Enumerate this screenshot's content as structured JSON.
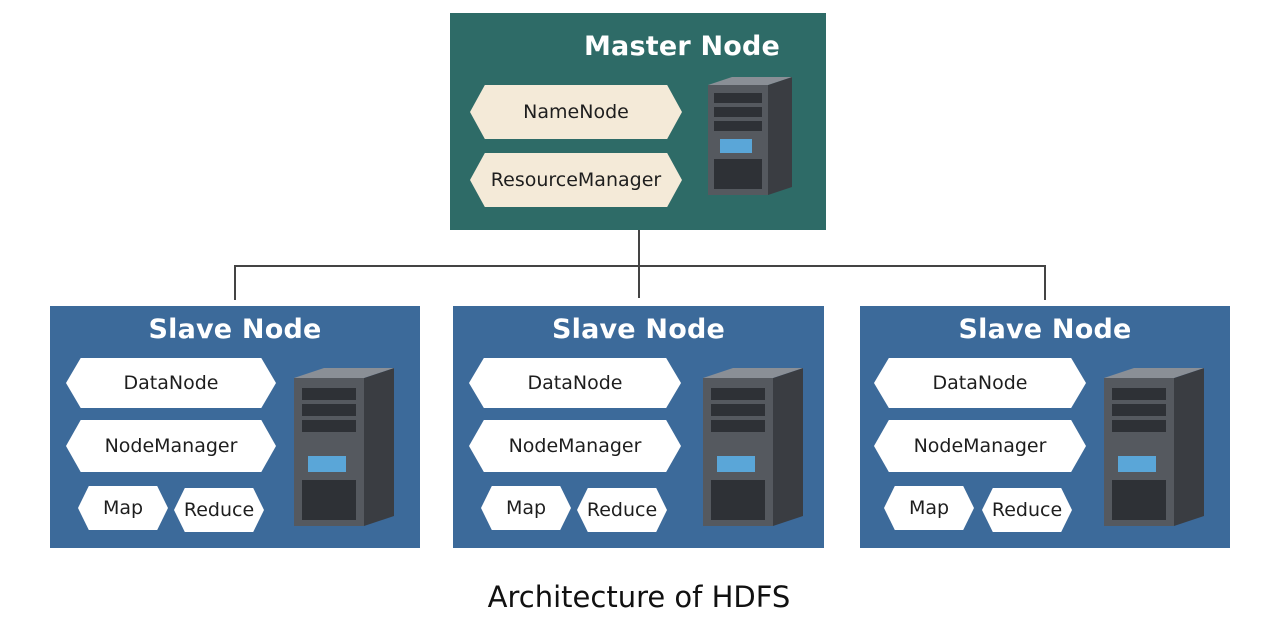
{
  "master": {
    "title": "Master Node",
    "services": [
      "NameNode",
      "ResourceManager"
    ]
  },
  "slaves": [
    {
      "title": "Slave Node",
      "services": [
        "DataNode",
        "NodeManager"
      ],
      "tasks": [
        "Map",
        "Reduce"
      ]
    },
    {
      "title": "Slave Node",
      "services": [
        "DataNode",
        "NodeManager"
      ],
      "tasks": [
        "Map",
        "Reduce"
      ]
    },
    {
      "title": "Slave Node",
      "services": [
        "DataNode",
        "NodeManager"
      ],
      "tasks": [
        "Map",
        "Reduce"
      ]
    }
  ],
  "caption": "Architecture of HDFS",
  "colors": {
    "master_bg": "#2e6b67",
    "slave_bg": "#3c6a9a",
    "master_pill": "#f4ead8",
    "slave_pill": "#ffffff",
    "connector": "#333333"
  }
}
